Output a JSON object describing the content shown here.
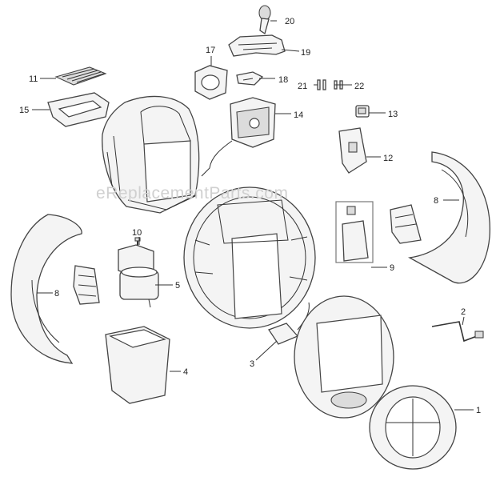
{
  "watermark": "eReplacementParts.com",
  "callouts": {
    "c1": "1",
    "c2": "2",
    "c3": "3",
    "c4": "4",
    "c5": "5",
    "c8a": "8",
    "c8b": "8",
    "c9": "9",
    "c10": "10",
    "c11": "11",
    "c12": "12",
    "c13": "13",
    "c14": "14",
    "c15": "15",
    "c17": "17",
    "c18": "18",
    "c19": "19",
    "c20": "20",
    "c21": "21",
    "c22": "22"
  }
}
